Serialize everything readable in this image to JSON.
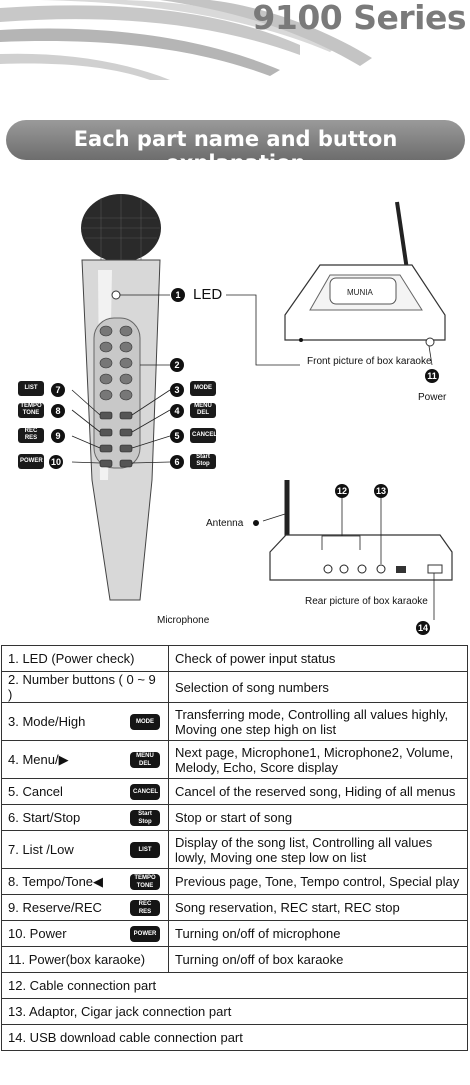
{
  "header": {
    "series_title": "9100 Series"
  },
  "banner": {
    "title": "Each part name and button explanation"
  },
  "diagram": {
    "led_label": "LED",
    "front_caption": "Front picture of box karaoke",
    "power_label": "Power",
    "antenna_label": "Antenna",
    "rear_caption": "Rear picture of box karaoke",
    "microphone_label": "Microphone",
    "box_brand": "MUNIA",
    "callouts": [
      "1",
      "2",
      "3",
      "4",
      "5",
      "6",
      "7",
      "8",
      "9",
      "10",
      "11",
      "12",
      "13",
      "14"
    ],
    "icon_labels": {
      "list": "LIST",
      "tempo_tone": "TEMPO TONE",
      "rec_res": "REC RES",
      "power": "POWER",
      "mode": "MODE",
      "menu_del": "MENU DEL",
      "cancel": "CANCEL",
      "start_stop": "Start Stop"
    }
  },
  "table": {
    "rows": [
      {
        "name": "1. LED (Power check)",
        "icon": "",
        "desc": "Check of power input status"
      },
      {
        "name": "2. Number buttons ( 0 ~ 9 )",
        "icon": "",
        "desc": "Selection of song numbers"
      },
      {
        "name": "3. Mode/High",
        "icon": "MODE",
        "desc": "Transferring mode, Controlling all values highly, Moving one step high on list"
      },
      {
        "name": "4. Menu/▶",
        "icon": "MENU DEL",
        "desc": "Next page,  Microphone1, Microphone2, Volume, Melody, Echo, Score display"
      },
      {
        "name": "5. Cancel",
        "icon": "CANCEL",
        "desc": "Cancel of the reserved song, Hiding of all menus"
      },
      {
        "name": "6. Start/Stop",
        "icon": "Start Stop",
        "desc": "Stop or start of song"
      },
      {
        "name": "7. List /Low",
        "icon": "LIST",
        "desc": "Display of the song list, Controlling all values lowly, Moving one step low on list"
      },
      {
        "name": "8. Tempo/Tone◀",
        "icon": "TEMPO TONE",
        "desc": "Previous page, Tone, Tempo control, Special play"
      },
      {
        "name": "9. Reserve/REC",
        "icon": "REC RES",
        "desc": "Song reservation, REC start, REC stop"
      },
      {
        "name": "10. Power",
        "icon": "POWER",
        "desc": "Turning on/off of microphone"
      },
      {
        "name": "11. Power(box karaoke)",
        "icon": "",
        "desc": "Turning on/off of box karaoke"
      },
      {
        "name": "12. Cable connection part",
        "icon": "",
        "desc": ""
      },
      {
        "name": "13. Adaptor, Cigar jack connection part",
        "icon": "",
        "desc": ""
      },
      {
        "name": "14. USB download cable connection part",
        "icon": "",
        "desc": ""
      }
    ]
  }
}
